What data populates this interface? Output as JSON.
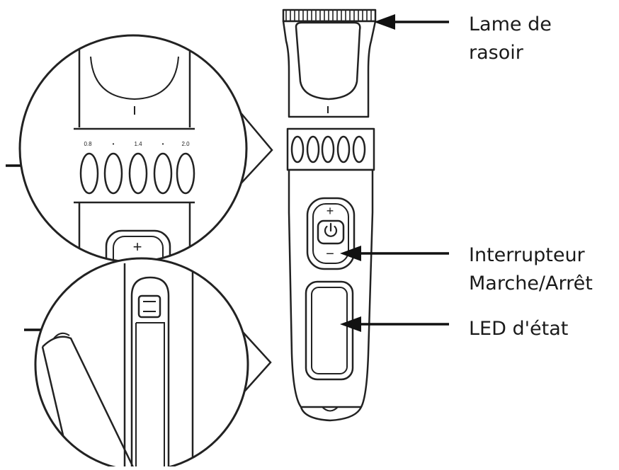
{
  "labels": {
    "blade_line1": "Lame de",
    "blade_line2": "rasoir",
    "switch_line1": "Interrupteur",
    "switch_line2": "Marche/Arrêt",
    "led": "LED d'état"
  },
  "dial": {
    "marks": [
      "0.8",
      "•",
      "1.4",
      "•",
      "2.0"
    ]
  },
  "buttons": {
    "plus": "+",
    "minus": "−",
    "zoom_plus": "+"
  },
  "icons": {
    "power": "power-icon"
  }
}
